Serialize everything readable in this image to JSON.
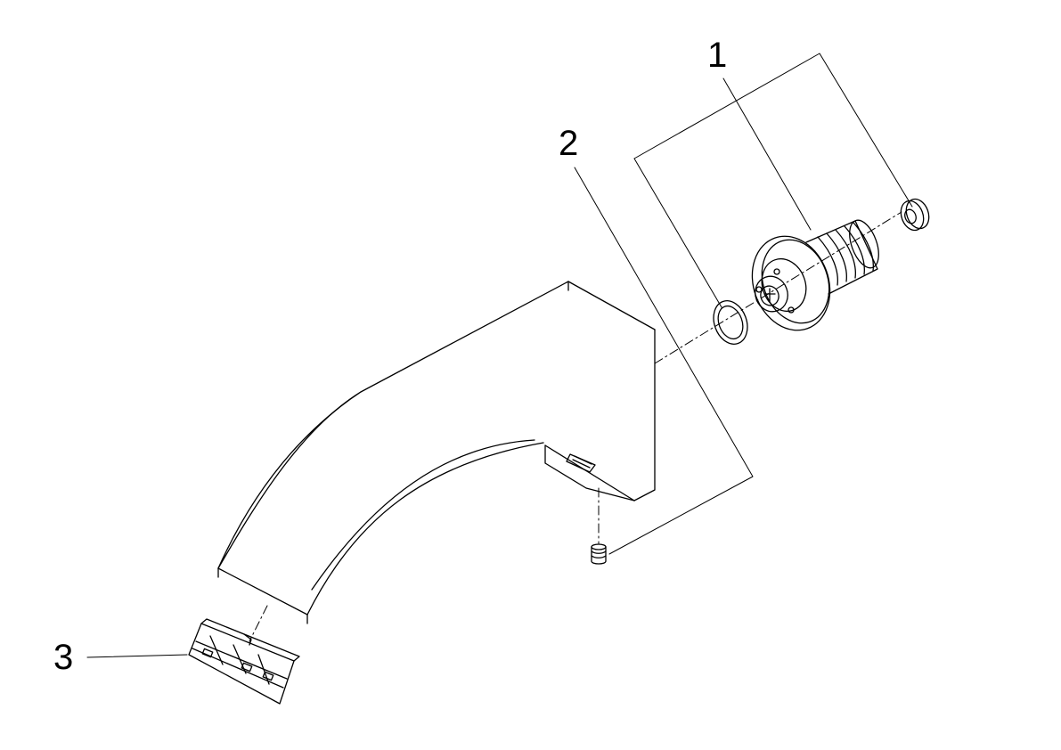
{
  "diagram": {
    "type": "exploded-parts-drawing",
    "callouts": [
      {
        "id": "1",
        "label": "1"
      },
      {
        "id": "2",
        "label": "2"
      },
      {
        "id": "3",
        "label": "3"
      }
    ],
    "parts": [
      {
        "callout": "1",
        "name": "connection-fitting-with-seals"
      },
      {
        "callout": "2",
        "name": "set-screw"
      },
      {
        "callout": "3",
        "name": "aerator"
      }
    ],
    "colors": {
      "line": "#000000",
      "background": "#ffffff"
    }
  }
}
